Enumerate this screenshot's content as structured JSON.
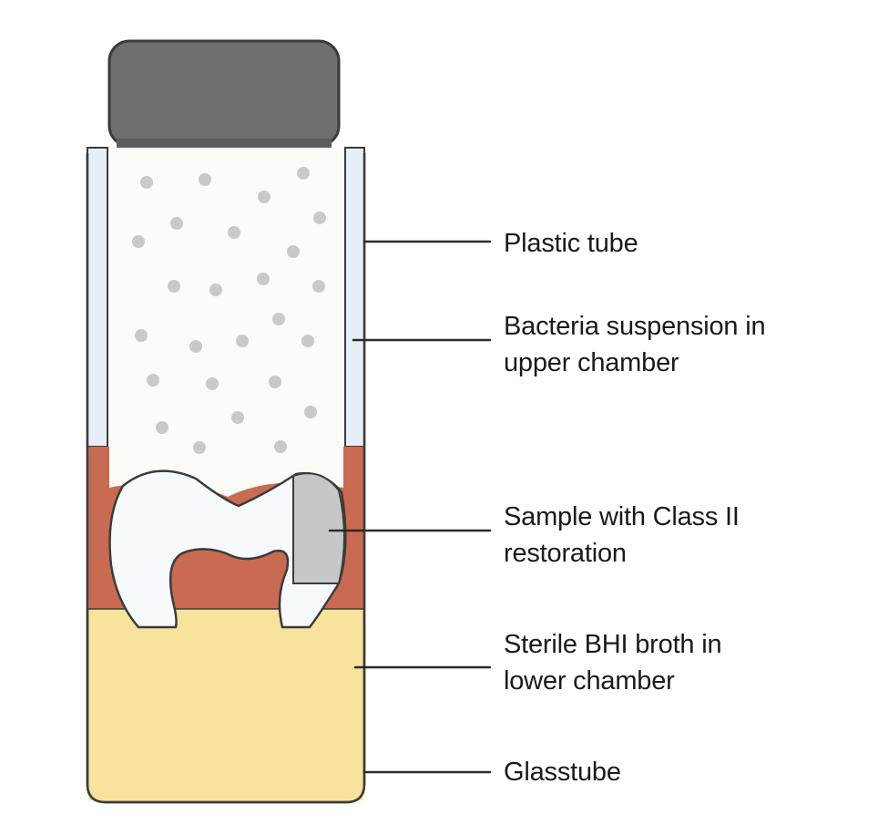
{
  "labels": {
    "plastic_tube": "Plastic tube",
    "bacteria_line1": "Bacteria suspension in",
    "bacteria_line2": "upper chamber",
    "sample_line1": "Sample with Class II",
    "sample_line2": "restoration",
    "broth_line1": "Sterile BHI broth in",
    "broth_line2": "lower chamber",
    "glasstube": "Glasstube"
  },
  "colors": {
    "cap": "#6e6e71",
    "cap_stroke": "#3a3a3c",
    "plastic_tube": "#e6eef6",
    "suspension": "#fbfbf8",
    "bacteria_dot": "#c9c9c9",
    "seal": "#c96b52",
    "broth": "#f7e39c",
    "tooth": "#f7fafc",
    "restoration": "#c5c7c8",
    "outline": "#3b3b3b"
  }
}
